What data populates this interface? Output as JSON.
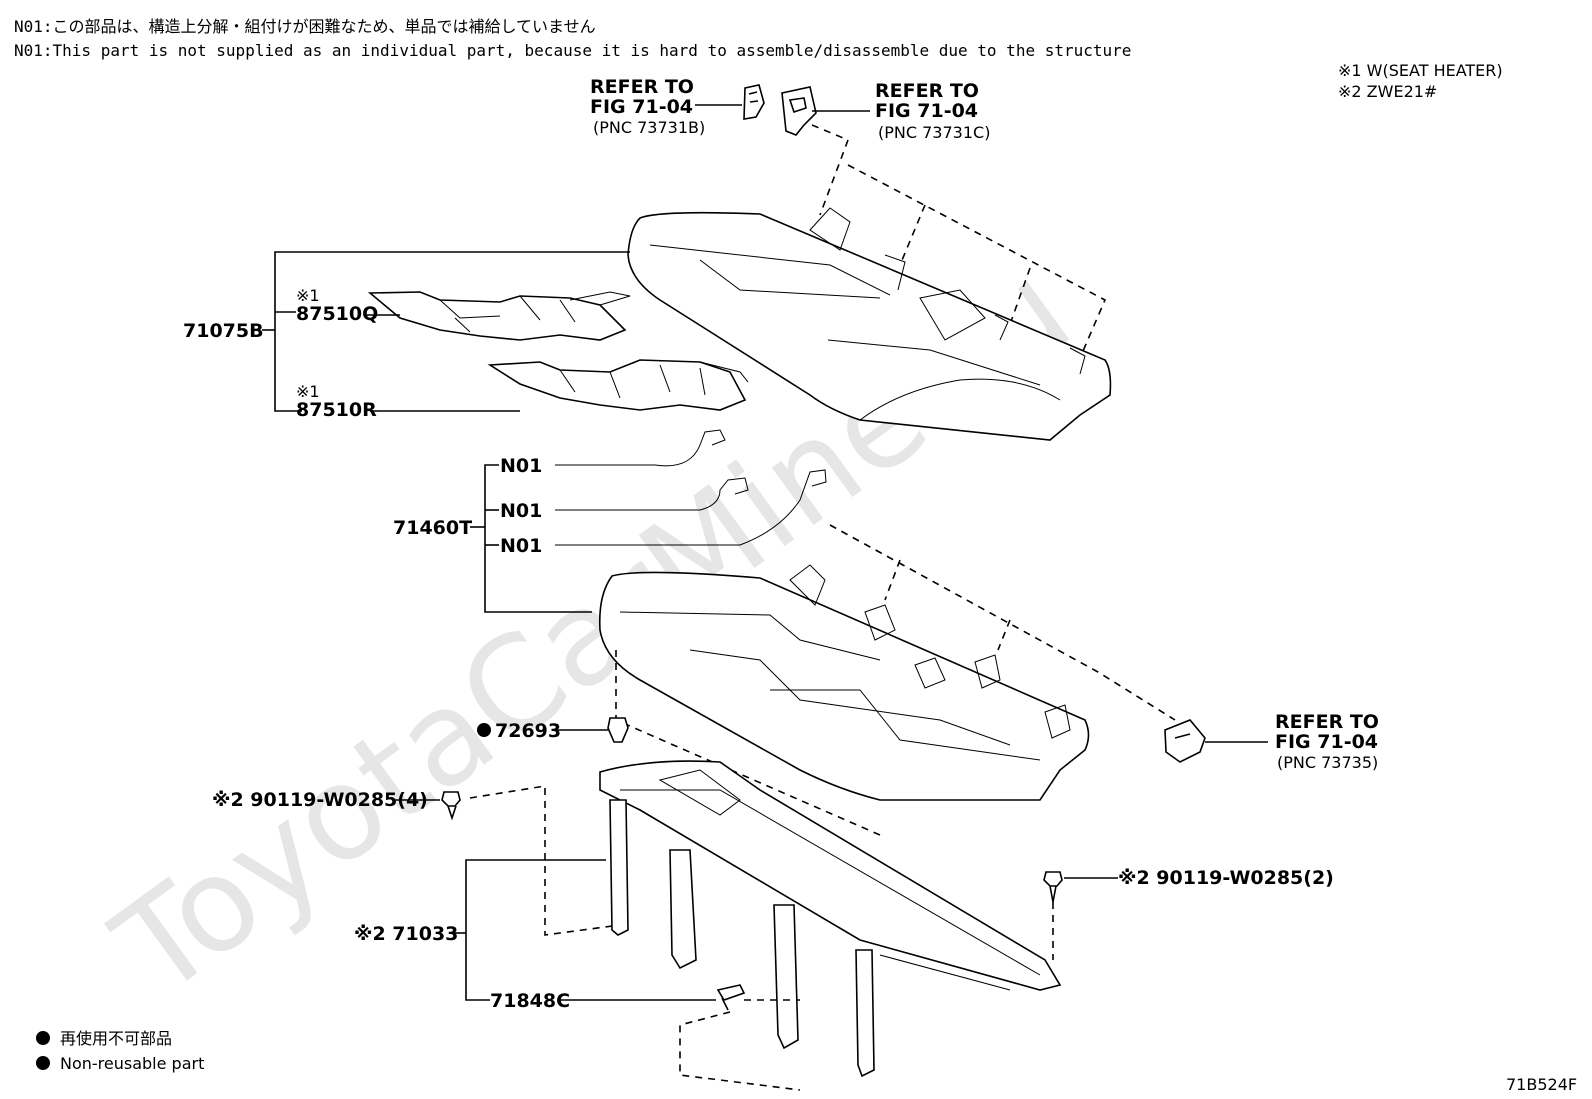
{
  "notes": {
    "n01_ja": "N01:この部品は、構造上分解・組付けが困難なため、単品では補給していません",
    "n01_en": "N01:This part is not supplied as an individual part, because it is hard to assemble/disassemble due to the structure"
  },
  "conditions": {
    "c1": "※1  W(SEAT HEATER)",
    "c2": "※2  ZWE21#"
  },
  "refs": {
    "ref_a": {
      "l1": "REFER TO",
      "l2": "FIG 71-04",
      "l3": "(PNC 73731B)"
    },
    "ref_b": {
      "l1": "REFER TO",
      "l2": "FIG 71-04",
      "l3": "(PNC 73731C)"
    },
    "ref_c": {
      "l1": "REFER TO",
      "l2": "FIG 71-04",
      "l3": "(PNC 73735)"
    }
  },
  "parts": {
    "p71075B": "71075B",
    "m87510Q": "※1",
    "p87510Q": "87510Q",
    "m87510R": "※1",
    "p87510R": "87510R",
    "n01_a": "N01",
    "n01_b": "N01",
    "n01_c": "N01",
    "p71460T": "71460T",
    "p72693": "72693",
    "p90119_4": "※2 90119-W0285(4)",
    "p90119_2": "※2 90119-W0285(2)",
    "p71033": "※2 71033",
    "p71848C": "71848C"
  },
  "legend": {
    "ja": "再使用不可部品",
    "en": "Non-reusable part"
  },
  "watermark": "ToyotaCarMine.ru",
  "figure_id": "71B524F"
}
